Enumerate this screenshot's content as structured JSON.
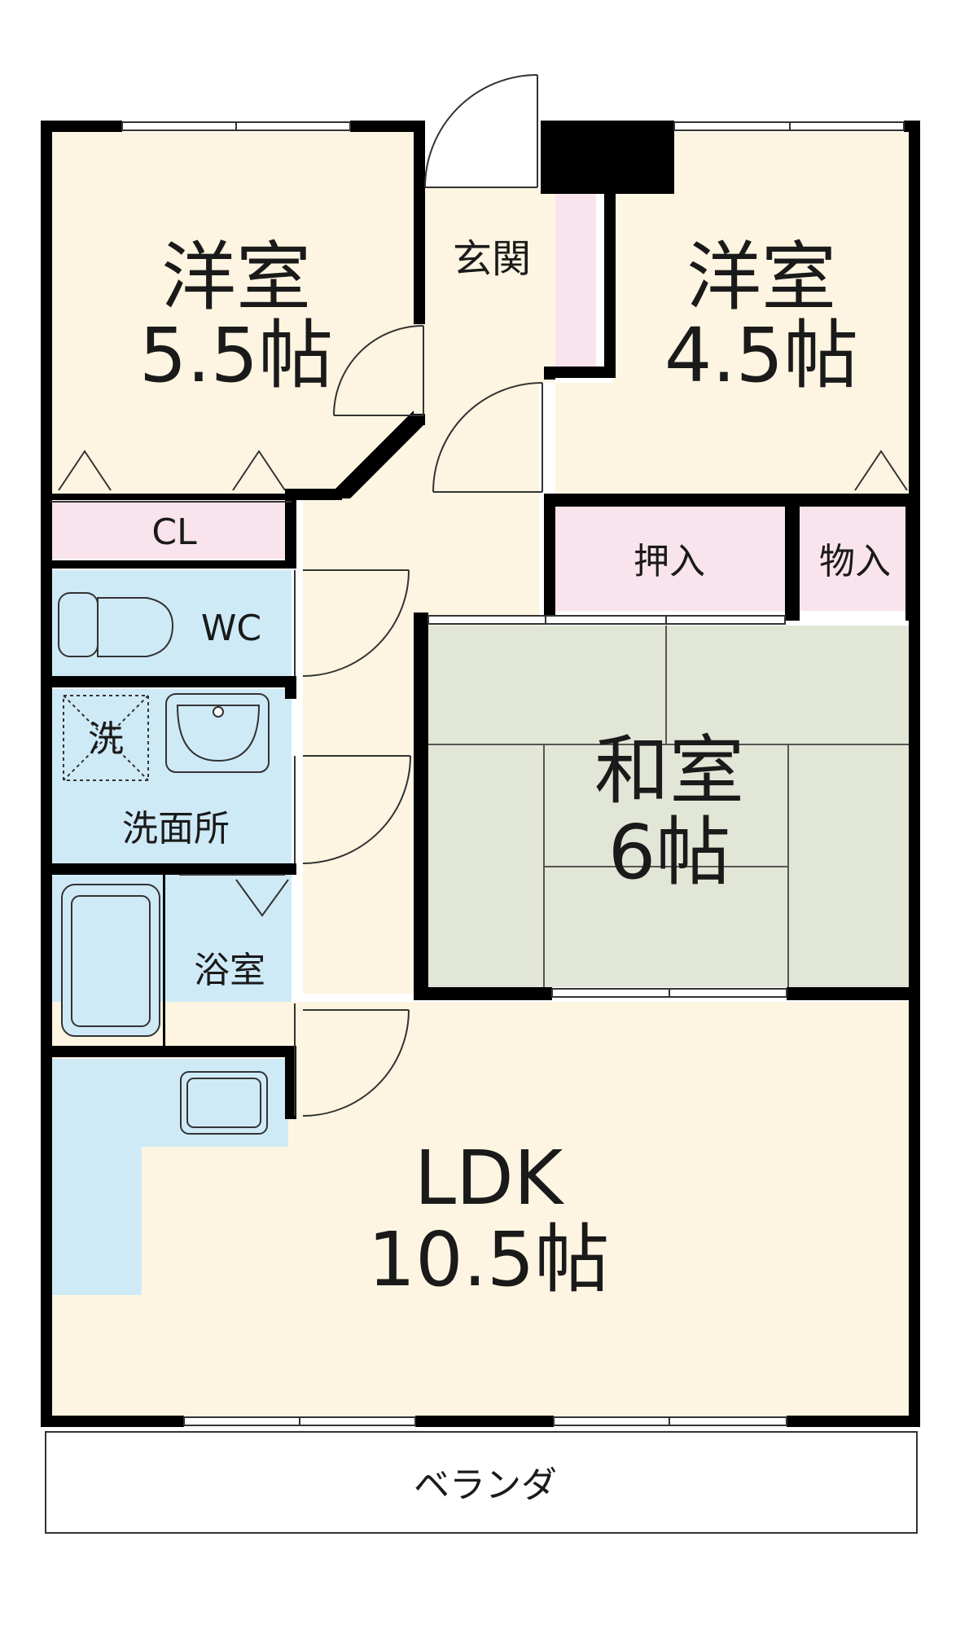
{
  "rooms": {
    "western_a": {
      "name": "洋室",
      "size": "5.5帖"
    },
    "western_b": {
      "name": "洋室",
      "size": "4.5帖"
    },
    "japanese": {
      "name": "和室",
      "size": "6帖"
    },
    "ldk": {
      "name": "LDK",
      "size": "10.5帖"
    },
    "entrance": "玄関",
    "closet": "CL",
    "toilet": "WC",
    "washroom": "洗面所",
    "washer": "洗",
    "bath": "浴室",
    "oshiire": "押入",
    "storage": "物入",
    "veranda": "ベランダ"
  },
  "colors": {
    "floor": "#fdf5e1",
    "closet": "#f9e3ec",
    "water": "#cfeaf7",
    "tatami": "#e1e6d6",
    "wall": "#000000"
  }
}
